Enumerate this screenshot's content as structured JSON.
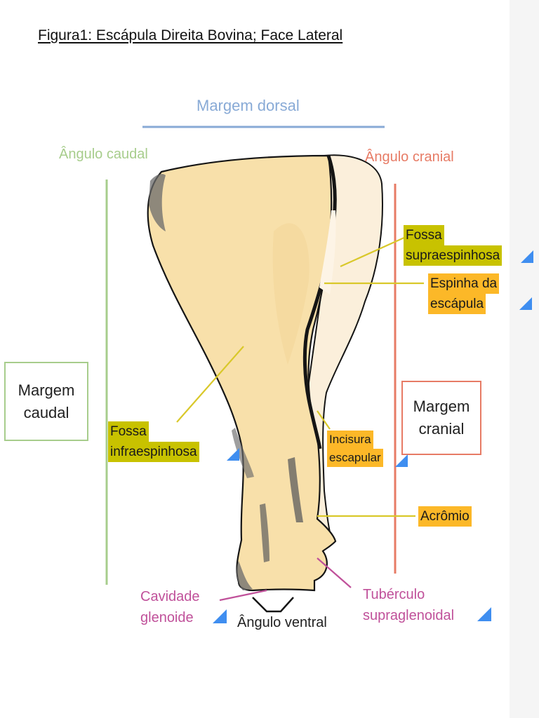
{
  "figure": {
    "title": "Figura1: Escápula Direita Bovina; Face Lateral"
  },
  "labels": {
    "margem_dorsal": "Margem dorsal",
    "angulo_caudal": "Ângulo caudal",
    "angulo_cranial": "Ângulo cranial",
    "margem_caudal": [
      "Margem",
      "caudal"
    ],
    "margem_cranial": [
      "Margem",
      "cranial"
    ],
    "fossa_supraespinhosa": [
      "Fossa",
      "supraespinhosa"
    ],
    "espinha_escapula": [
      "Espinha da",
      "escápula"
    ],
    "fossa_infraespinhosa": [
      "Fossa",
      "infraespinhosa"
    ],
    "incisura_escapular": [
      "Incisura",
      "escapular"
    ],
    "acromio": "Acrômio",
    "cavidade_glenoide": [
      "Cavidade",
      "glenoide"
    ],
    "tuberculo_supraglenoidal": [
      "Tubérculo",
      "supraglenoidal"
    ],
    "angulo_ventral": "Ângulo ventral"
  },
  "colors": {
    "dorsal_blue": "#88aad6",
    "caudal_green": "#a7cd8c",
    "cranial_red": "#e77b65",
    "leader_yellow": "#d9c82a",
    "leader_magenta": "#c0519a",
    "highlight_yellow": "#c8c200",
    "highlight_orange": "#fcb828",
    "bone_fill": "#f8e0aa",
    "bone_light": "#fbefdb",
    "corner_triangle": "#3f8ef0"
  }
}
